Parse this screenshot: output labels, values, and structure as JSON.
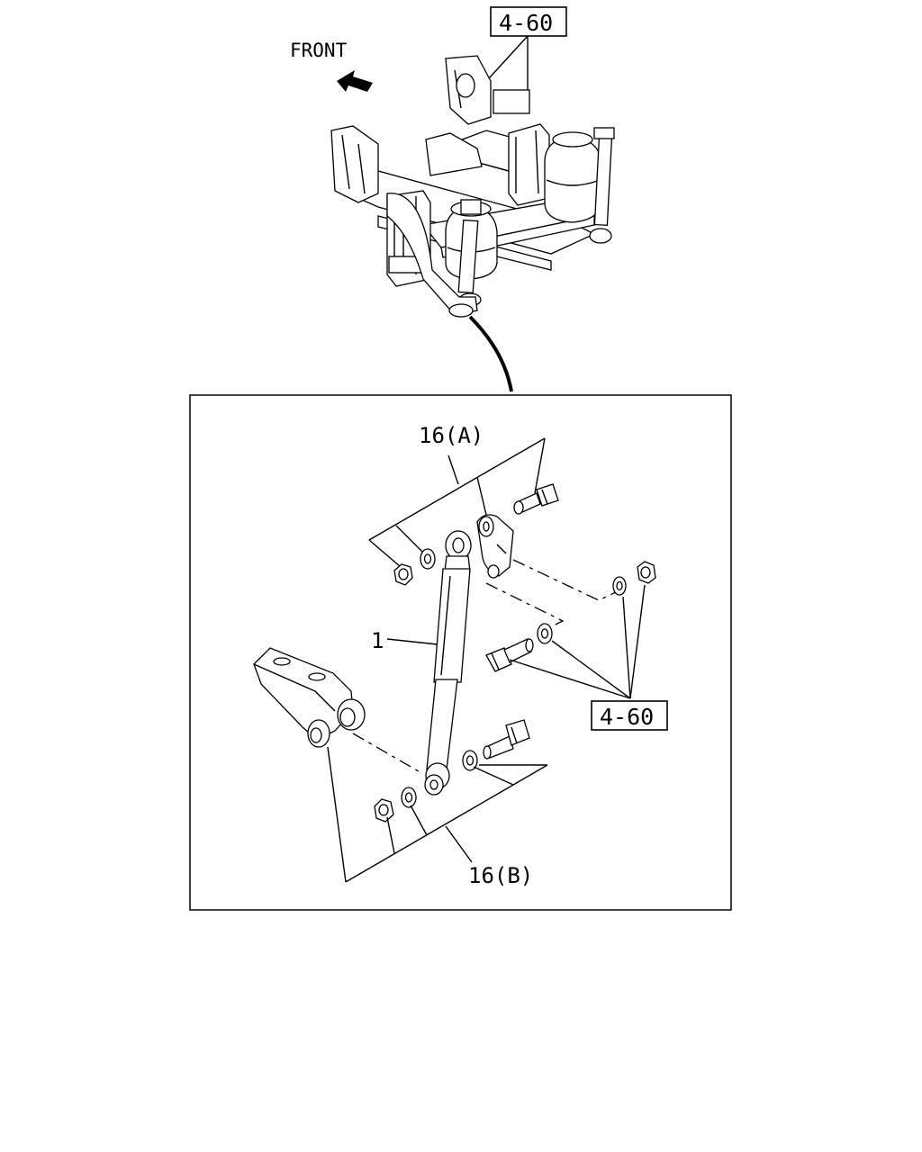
{
  "diagram": {
    "overview": {
      "front_label": "FRONT",
      "ref_top": "4-60"
    },
    "detail": {
      "label_16a": "16(A)",
      "label_1": "1",
      "label_16b": "16(B)",
      "ref_right": "4-60"
    },
    "icons": {
      "front_arrow": "front-arrow-icon"
    }
  }
}
